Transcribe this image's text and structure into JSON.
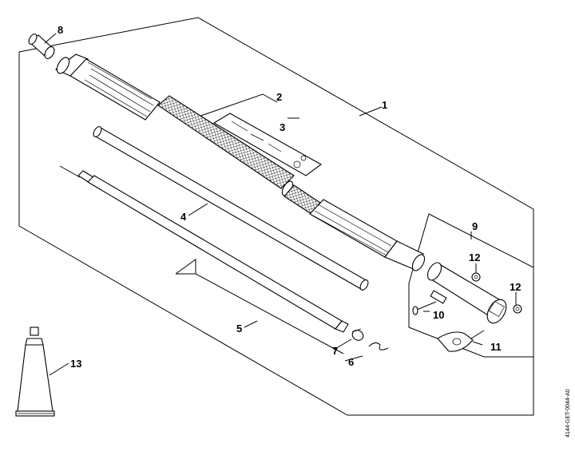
{
  "callouts": {
    "c1": "1",
    "c2": "2",
    "c3": "3",
    "c4": "4",
    "c5": "5",
    "c6": "6",
    "c7": "7",
    "c8": "8",
    "c9": "9",
    "c10": "10",
    "c11": "11",
    "c12a": "12",
    "c12b": "12",
    "c13": "13"
  },
  "reference_code": "4144-GET-0044-A0"
}
